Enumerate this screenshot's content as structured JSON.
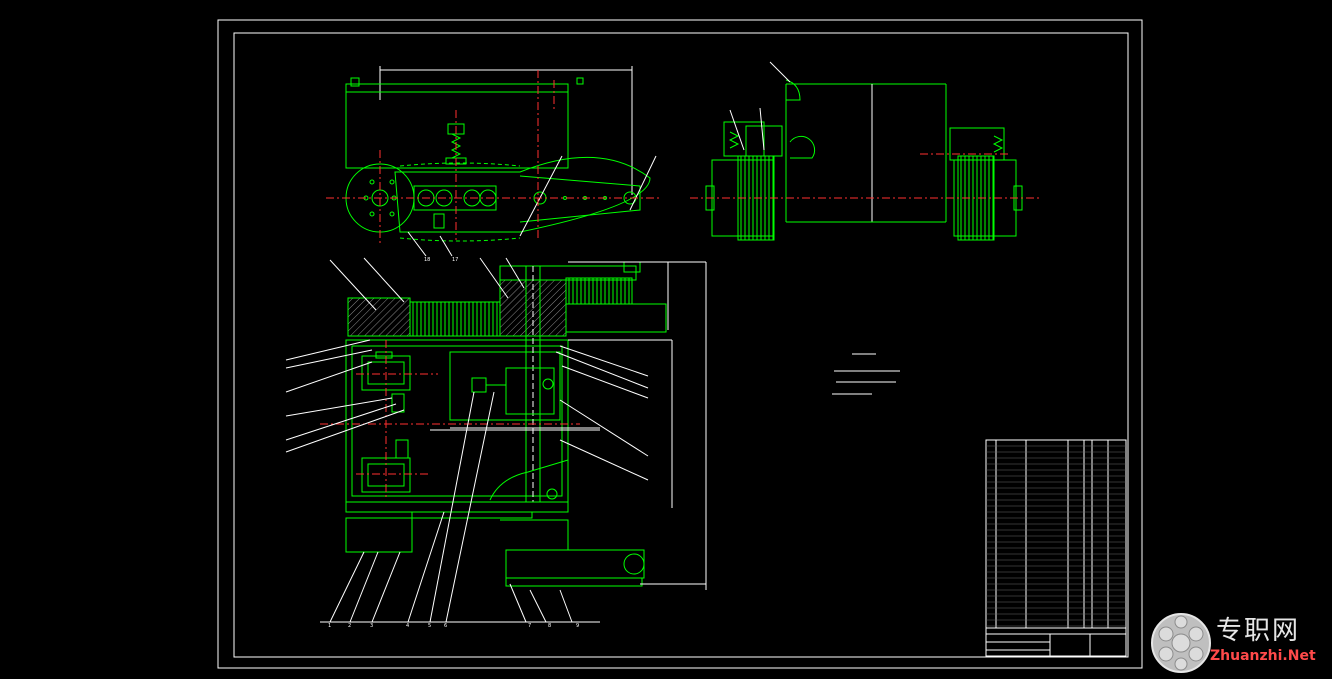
{
  "drawing": {
    "background": "#000000",
    "line_color": "#00ff00",
    "frame_color": "#ffffff",
    "center_line_color": "#ff3030",
    "hatch_color": "#8a8a8a"
  },
  "leaders_top": [
    "17",
    "18"
  ],
  "leaders_bottom": [
    "1",
    "2",
    "3",
    "4",
    "5",
    "6",
    "7",
    "8",
    "9"
  ],
  "watermark": {
    "title": "专职网",
    "url": "Zhuanzhi.Net",
    "title_color": "#e6e6e6",
    "url_color": "#ff4a4a"
  }
}
